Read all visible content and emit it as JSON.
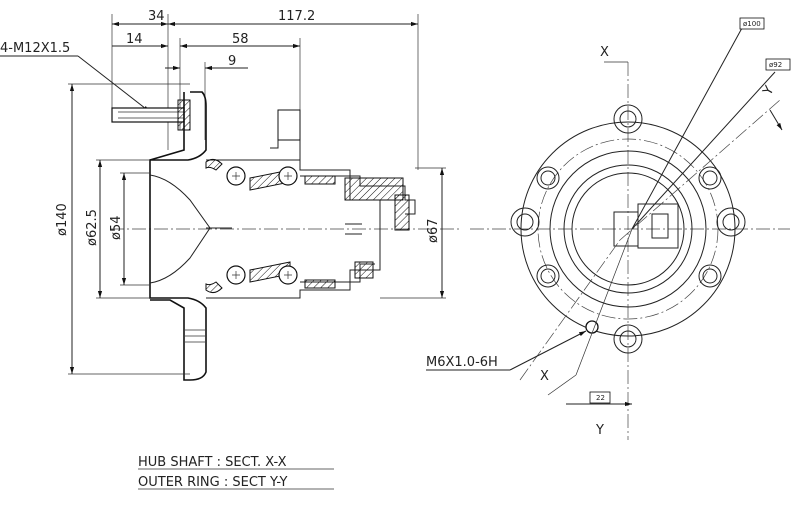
{
  "drawing": {
    "dims_top": {
      "d34": "34",
      "d117": "117.2",
      "d14": "14",
      "d58": "58",
      "d9": "9"
    },
    "thread_label": "4-M12X1.5",
    "dims_left": {
      "d140": "ø140",
      "d62": "ø62.5",
      "d54": "ø54"
    },
    "dim_right": "ø67",
    "section_marks": {
      "x_top": "X",
      "x_bottom": "X",
      "y_top": "Y",
      "y_bottom": "Y"
    },
    "tags": {
      "d100": "ø100",
      "d92": "ø92",
      "d22": "22"
    },
    "tap_label": "M6X1.0-6H",
    "notes": [
      "HUB SHAFT : SECT. X-X",
      "OUTER RING : SECT Y-Y"
    ]
  }
}
